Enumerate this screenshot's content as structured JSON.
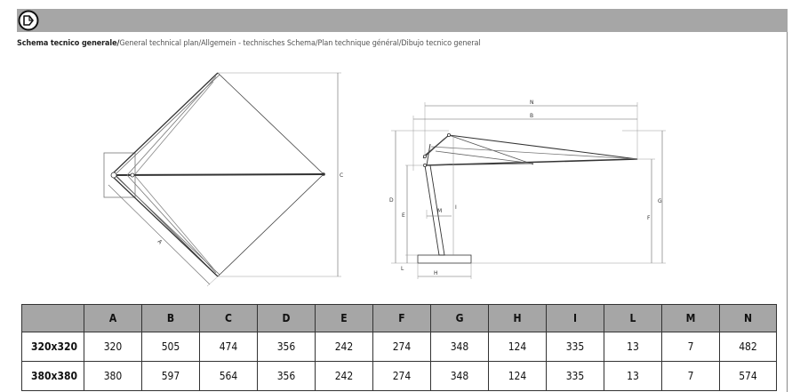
{
  "header": {
    "logo_icon": "rotate-corner-logo-icon"
  },
  "subtitle": {
    "primary": "Schema tecnico generale/",
    "rest": "General technical plan/Allgemein - technisches Schema/Plan technique général/Dibujo tecnico general"
  },
  "top_view": {
    "labels": {
      "A": "A",
      "C": "C"
    }
  },
  "side_view": {
    "labels": {
      "N": "N",
      "B": "B",
      "D": "D",
      "E": "E",
      "M": "M",
      "I": "I",
      "G": "G",
      "F": "F",
      "L": "L",
      "H": "H"
    }
  },
  "table": {
    "headers": [
      "",
      "A",
      "B",
      "C",
      "D",
      "E",
      "F",
      "G",
      "H",
      "I",
      "L",
      "M",
      "N"
    ],
    "rows": [
      [
        "320x320",
        "320",
        "505",
        "474",
        "356",
        "242",
        "274",
        "348",
        "124",
        "335",
        "13",
        "7",
        "482"
      ],
      [
        "380x380",
        "380",
        "597",
        "564",
        "356",
        "242",
        "274",
        "348",
        "124",
        "335",
        "13",
        "7",
        "574"
      ]
    ]
  }
}
